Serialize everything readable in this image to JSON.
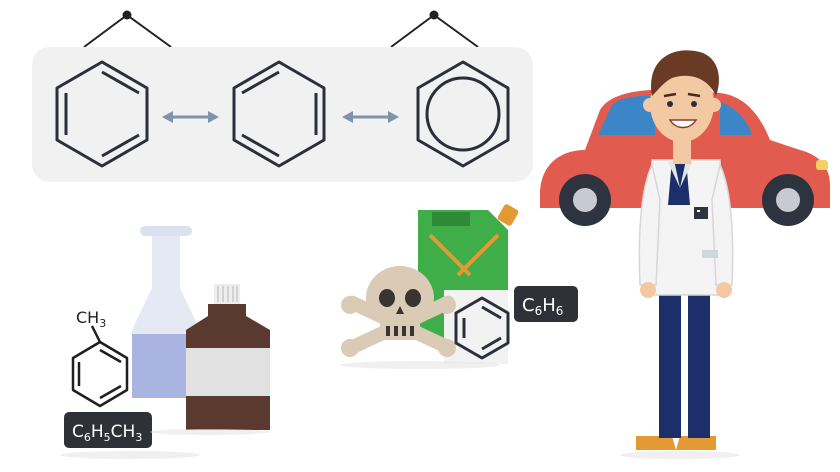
{
  "labels": {
    "methylbenzene": "CH",
    "methylbenzene_sub": "3",
    "toluene_formula": {
      "p1": "C",
      "s1": "6",
      "p2": "H",
      "s2": "5",
      "p3": "CH",
      "s3": "3"
    },
    "benzene_formula": {
      "p1": "C",
      "s1": "6",
      "p2": "H",
      "s2": "6"
    }
  },
  "colors": {
    "panel": "#f1f1f1",
    "ring": "#2b2f3a",
    "arrow": "#7f93ad",
    "car": "#e25b4f",
    "jerrycan": "#3fae49",
    "bottle_brown": "#5a3a2e",
    "flask_liquid": "#a9b4e0",
    "skull": "#d9cbb6",
    "coat": "#f4f4f4",
    "pants": "#1d2f6b",
    "shoes": "#e39a34",
    "hair": "#6b3a24"
  },
  "icons": [
    "benzene-ring-icon",
    "resonance-arrow-icon",
    "car-icon",
    "scientist-icon",
    "flask-icon",
    "bottle-icon",
    "jerrycan-icon",
    "skull-crossbones-icon",
    "toluene-icon"
  ]
}
